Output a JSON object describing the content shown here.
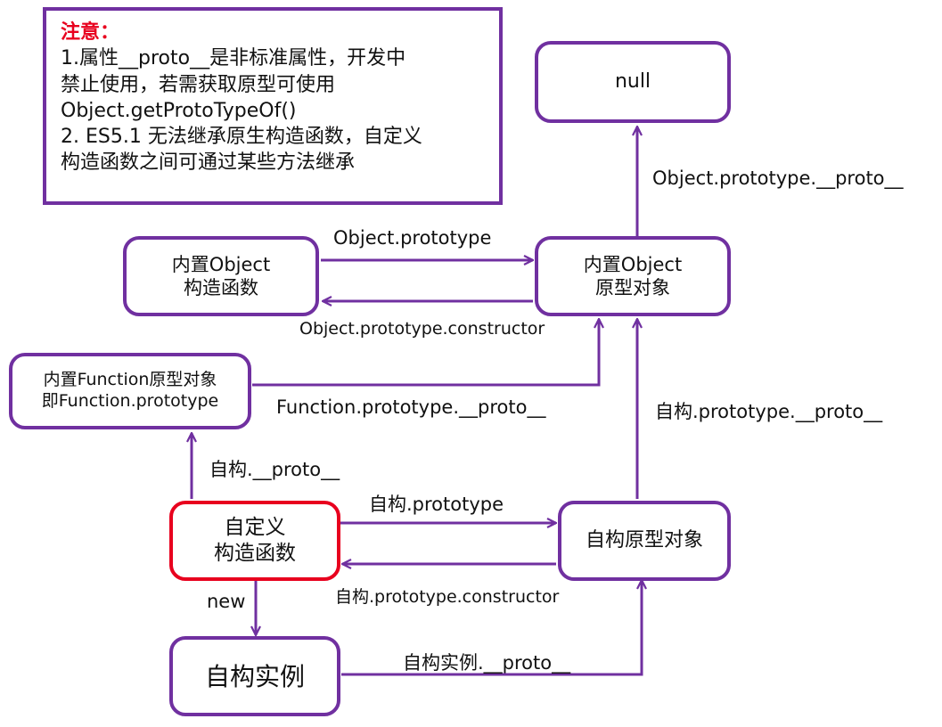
{
  "note": {
    "title": "注意：",
    "lines": [
      "1.属性__proto__是非标准属性，开发中",
      "禁止使用，若需获取原型可使用",
      "Object.getProtoTypeOf()",
      "2. ES5.1 无法继承原生构造函数，自定义",
      "构造函数之间可通过某些方法继承"
    ]
  },
  "nodes": {
    "null": {
      "lines": [
        "null"
      ]
    },
    "object_ctor": {
      "lines": [
        "内置Object",
        "构造函数"
      ]
    },
    "object_proto": {
      "lines": [
        "内置Object",
        "原型对象"
      ]
    },
    "function_proto": {
      "lines": [
        "内置Function原型对象",
        "即Function.prototype"
      ]
    },
    "custom_ctor": {
      "lines": [
        "自定义",
        "构造函数"
      ]
    },
    "custom_proto": {
      "lines": [
        "自构原型对象"
      ]
    },
    "custom_instance": {
      "lines": [
        "自构实例"
      ]
    }
  },
  "edges": {
    "object_proto_proto": "Object.prototype.__proto__",
    "object_prototype": "Object.prototype",
    "object_prototype_constructor": "Object.prototype.constructor",
    "function_prototype_proto": "Function.prototype.__proto__",
    "custom_prototype_proto": "自构.prototype.__proto__",
    "custom_proto": "自构.__proto__",
    "custom_prototype": "自构.prototype",
    "custom_prototype_constructor": "自构.prototype.constructor",
    "new": "new",
    "instance_proto": "自构实例.__proto__"
  },
  "colors": {
    "border": "#7030a0",
    "highlight": "#e8001e",
    "note_title": "#e8001e"
  }
}
